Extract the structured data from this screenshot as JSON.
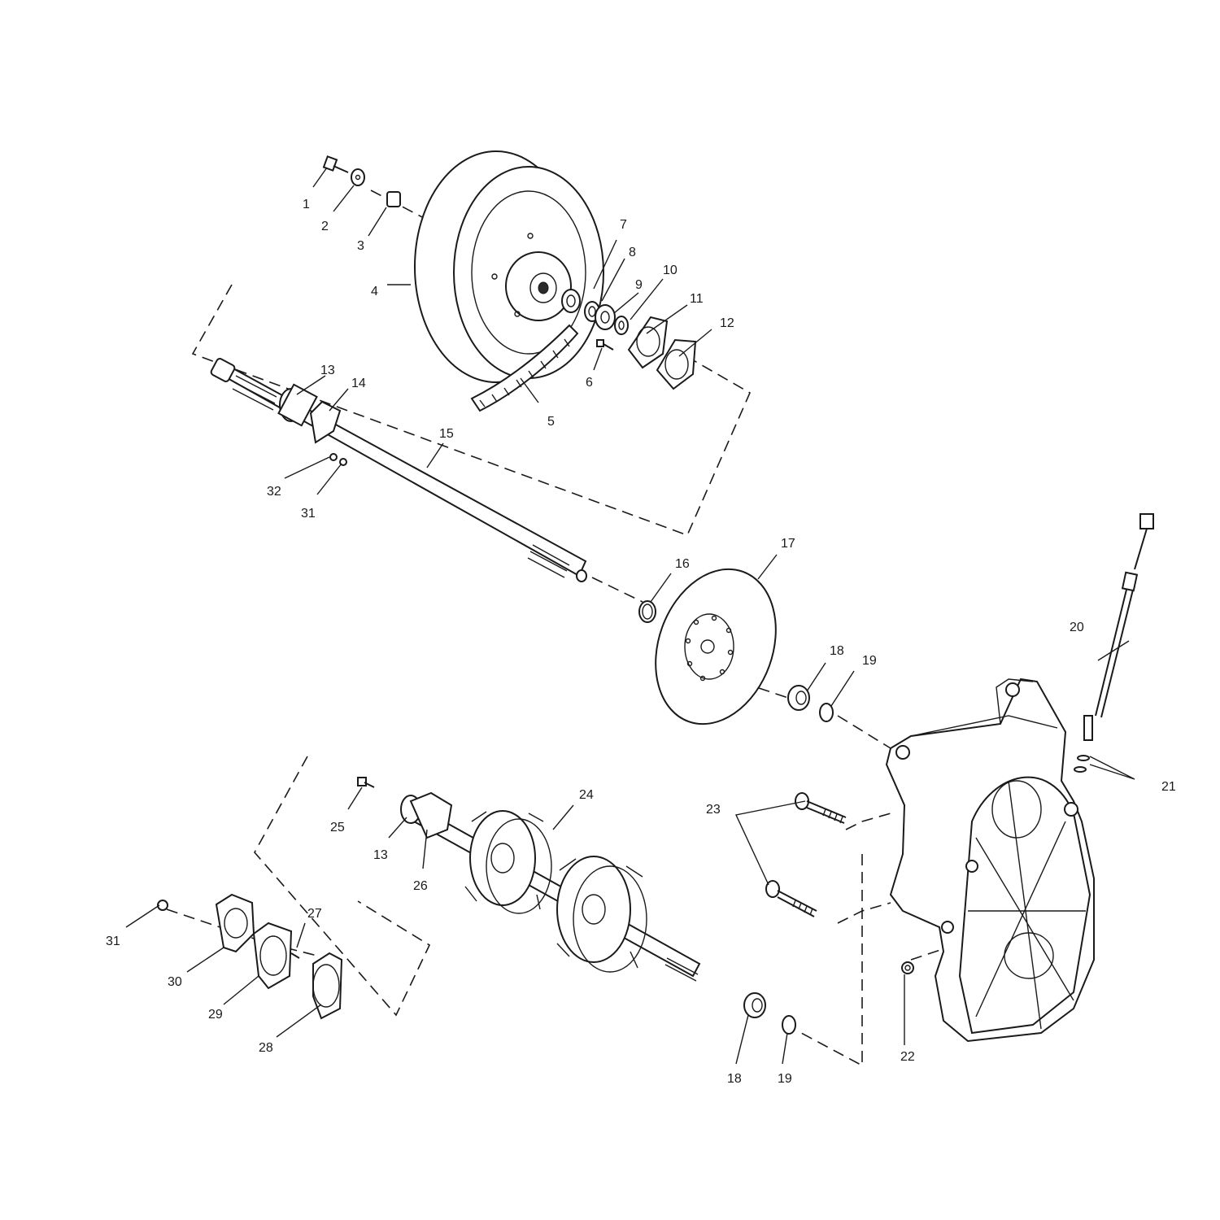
{
  "diagram": {
    "callouts": {
      "c1": "1",
      "c2": "2",
      "c3": "3",
      "c4": "4",
      "c5": "5",
      "c6": "6",
      "c7": "7",
      "c8": "8",
      "c9": "9",
      "c10": "10",
      "c11": "11",
      "c12": "12",
      "c13a": "13",
      "c14": "14",
      "c15": "15",
      "c16": "16",
      "c17": "17",
      "c18a": "18",
      "c19a": "19",
      "c20": "20",
      "c21": "21",
      "c22": "22",
      "c23": "23",
      "c24": "24",
      "c25": "25",
      "c13b": "13",
      "c26": "26",
      "c27": "27",
      "c28": "28",
      "c29": "29",
      "c30": "30",
      "c31a": "31",
      "c32": "32",
      "c31b": "31",
      "c18b": "18",
      "c19b": "19"
    }
  }
}
